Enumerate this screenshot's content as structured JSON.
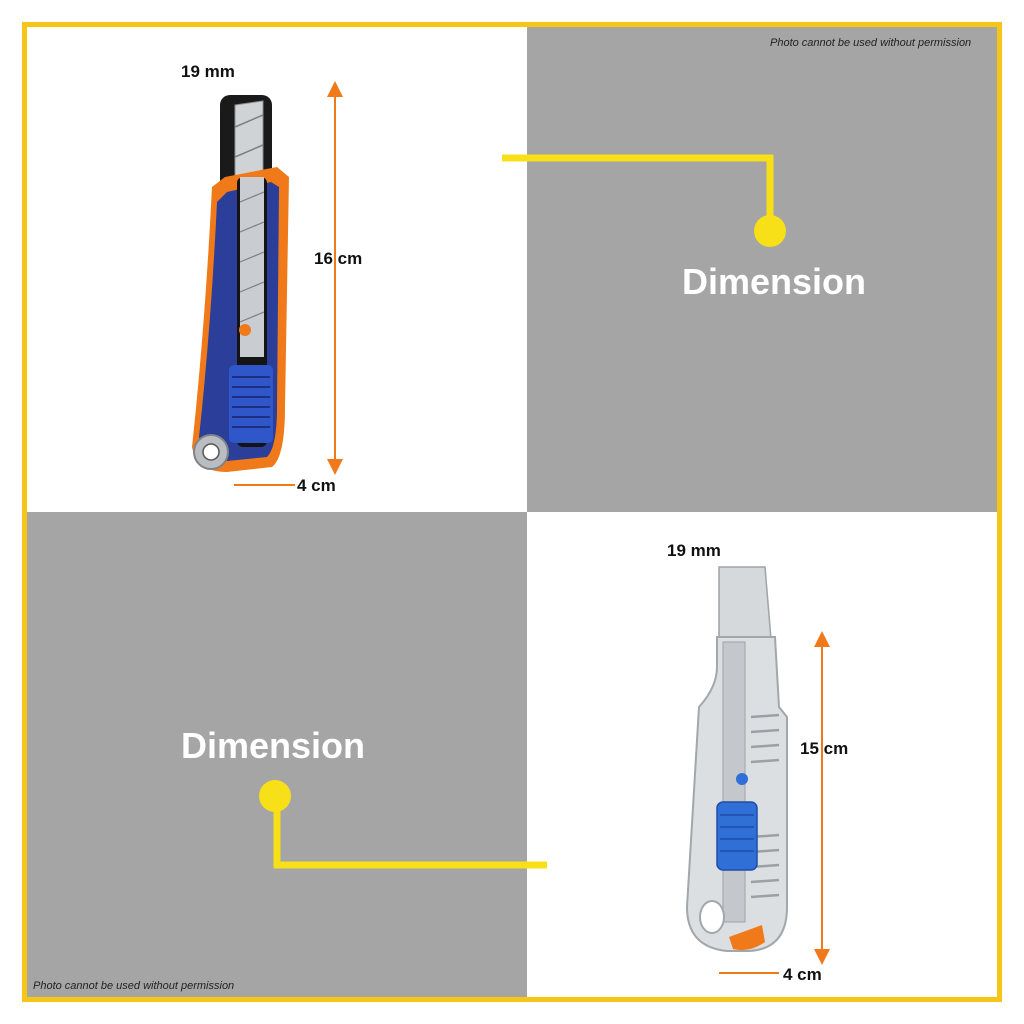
{
  "colors": {
    "frame": "#f5c518",
    "panel_gray": "#a6a5a5",
    "accent_yellow": "#f7e017",
    "dimension_orange": "#f07a1a",
    "handle_blue": "#2a3e9a",
    "slider_blue": "#2f6fd6"
  },
  "watermark_top": "Photo cannot be used without permission",
  "watermark_bottom": "Photo cannot be used without permission",
  "knife1": {
    "blade_width": "19 mm",
    "length": "16 cm",
    "width": "4 cm",
    "callout": "Dimension"
  },
  "knife2": {
    "blade_width": "19 mm",
    "length": "15 cm",
    "width": "4 cm",
    "callout": "Dimension"
  }
}
